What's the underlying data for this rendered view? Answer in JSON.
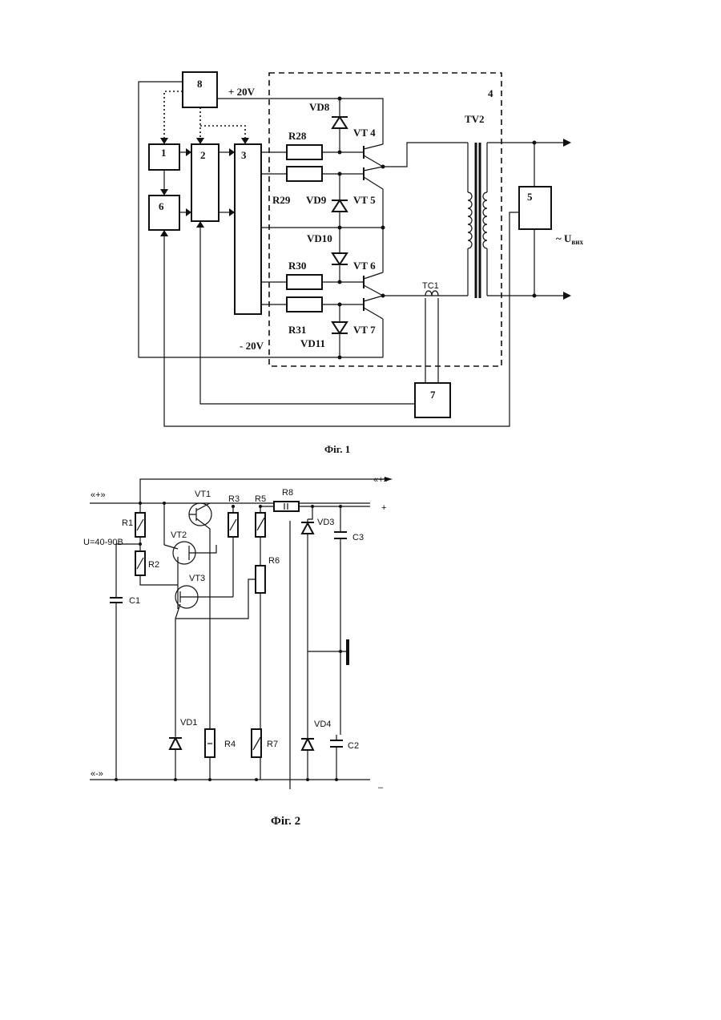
{
  "fig1": {
    "caption": "Фіг. 1",
    "blocks": [
      "1",
      "2",
      "3",
      "4",
      "5",
      "6",
      "7",
      "8"
    ],
    "supply_pos": "+ 20V",
    "supply_neg": "- 20V",
    "resistors": [
      "R28",
      "R29",
      "R30",
      "R31"
    ],
    "diodes": [
      "VD8",
      "VD9",
      "VD10",
      "VD11"
    ],
    "transistors": [
      "VT 4",
      "VT 5",
      "VT 6",
      "VT 7"
    ],
    "transformer": "TV2",
    "current_transformer": "TC1",
    "output_label": "~ U",
    "output_sub": "вих"
  },
  "fig2": {
    "caption": "Фіг. 2",
    "input_pos": "«+»",
    "input_neg": "«-»",
    "out_pos_label": "«+»",
    "plus_sign": "+",
    "minus_sign": "–",
    "voltage": "U=40-90B",
    "resistors": [
      "R1",
      "R2",
      "R3",
      "R4",
      "R5",
      "R6",
      "R7",
      "R8"
    ],
    "capacitors": [
      "C1",
      "C2",
      "C3"
    ],
    "transistors": [
      "VT1",
      "VT2",
      "VT3"
    ],
    "diodes": [
      "VD1",
      "VD3",
      "VD4"
    ]
  }
}
